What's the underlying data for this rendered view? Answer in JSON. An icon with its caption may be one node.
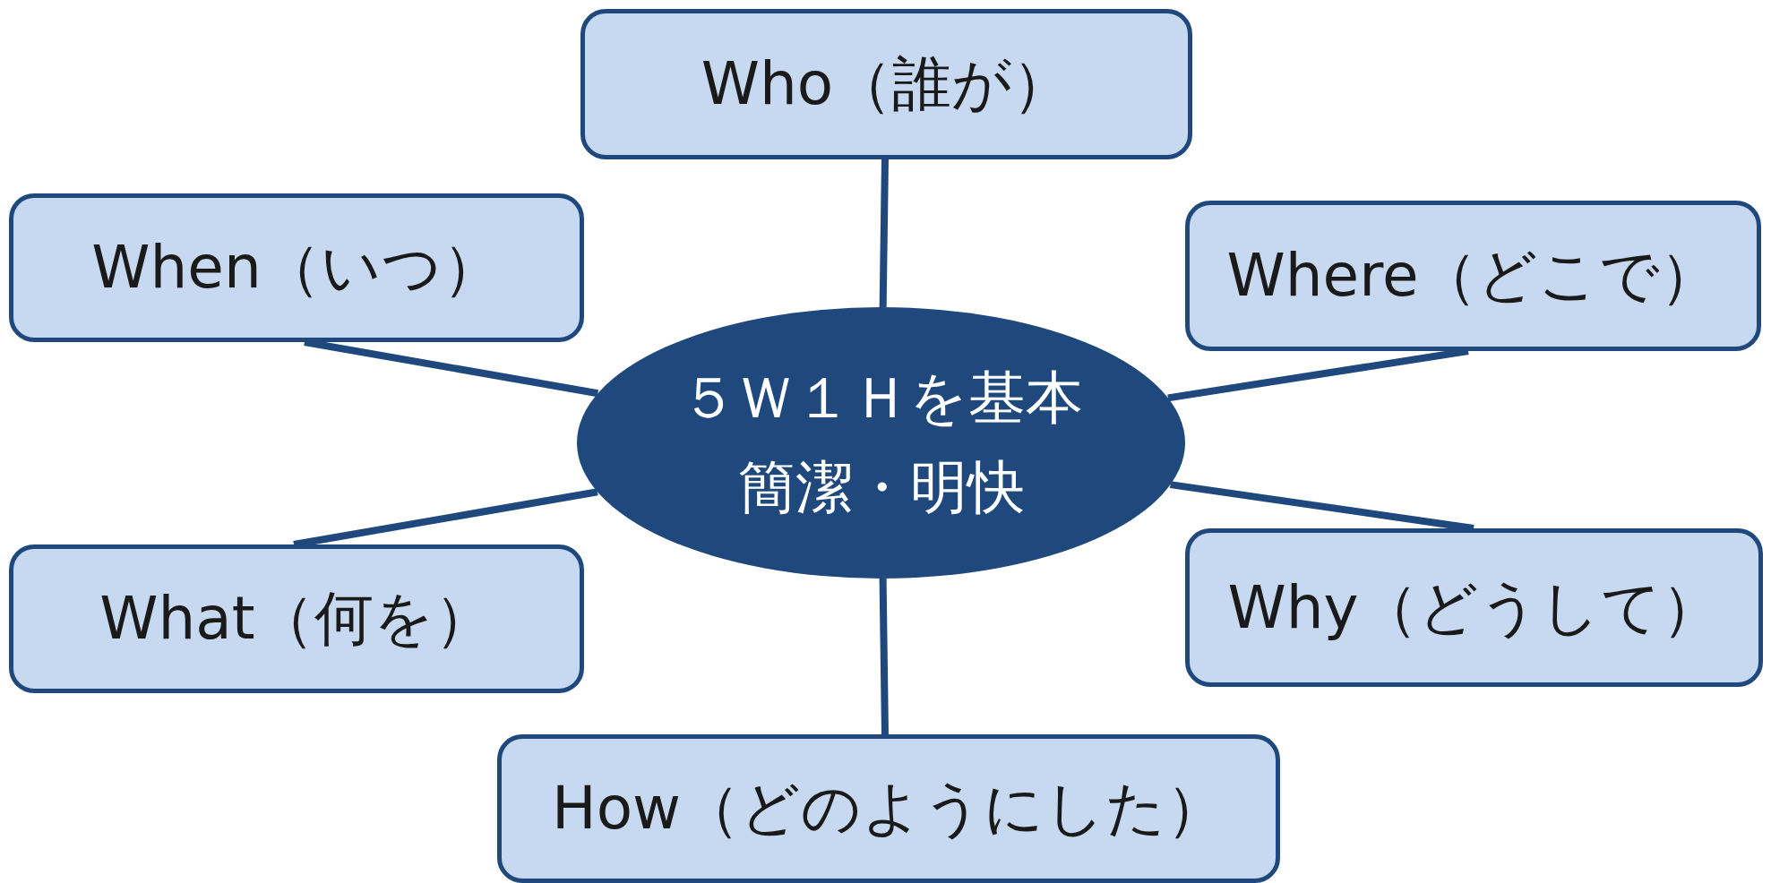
{
  "diagram": {
    "nodes": [
      {
        "text": [
          "Who（誰が）"
        ]
      },
      {
        "text": [
          "When（いつ）"
        ]
      },
      {
        "text": [
          "Where（どこで）"
        ]
      },
      {
        "text": [
          "５Ｗ１Ｈを基本",
          "簡潔・明快"
        ]
      },
      {
        "text": [
          "What（何を）"
        ]
      },
      {
        "text": [
          "Why（どうして）"
        ]
      },
      {
        "text": [
          "How（どのようにした）"
        ]
      }
    ],
    "edges": [
      {
        "from": 3,
        "to": 0,
        "arrow": "none"
      },
      {
        "from": 3,
        "to": 1,
        "arrow": "none"
      },
      {
        "from": 3,
        "to": 2,
        "arrow": "none"
      },
      {
        "from": 3,
        "to": 4,
        "arrow": "none"
      },
      {
        "from": 3,
        "to": 5,
        "arrow": "none"
      },
      {
        "from": 3,
        "to": 6,
        "arrow": "none"
      }
    ]
  }
}
